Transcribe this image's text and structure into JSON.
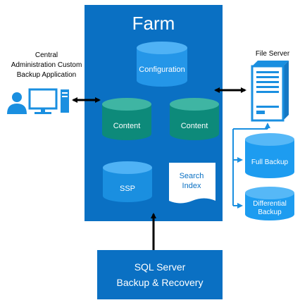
{
  "farm": {
    "title": "Farm"
  },
  "databases": {
    "configuration": "Configuration",
    "content_left": "Content",
    "content_right": "Content",
    "ssp": "SSP",
    "search_index_line1": "Search",
    "search_index_line2": "Index"
  },
  "client": {
    "label_line1": "Central",
    "label_line2": "Administration Custom",
    "label_line3": "Backup Application"
  },
  "file_server": {
    "label": "File Server",
    "full_backup": "Full Backup",
    "differential_line1": "Differential",
    "differential_line2": "Backup"
  },
  "sql": {
    "line1": "SQL Server",
    "line2": "Backup & Recovery"
  },
  "colors": {
    "farm_blue": "#0a70c3",
    "config_cylinder": "#2496e8",
    "content_green": "#0d8a7a",
    "ssp_blue": "#1a8fe0",
    "backup_cylinder": "#1d9cf0",
    "arrow": "#000000"
  }
}
